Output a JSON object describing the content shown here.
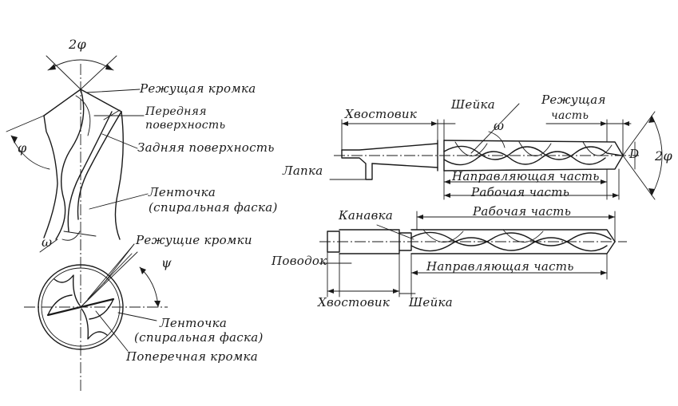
{
  "left_drill": {
    "angle_top": "2φ",
    "label_cutting_edge": "Режущая кромка",
    "label_rake_face": "Передняя",
    "label_rake_face2": "поверхность",
    "label_flank_face": "Задняя поверхность",
    "label_margin": "Ленточка",
    "label_margin2": "(спиральная фаска)",
    "angle_phi": "φ",
    "angle_omega": "ω"
  },
  "section_view": {
    "label_cutting_edges": "Режущие кромки",
    "angle_psi": "ψ",
    "label_margin": "Ленточка",
    "label_margin2": "(спиральная фаска)",
    "label_chisel_edge": "Поперечная кромка"
  },
  "taper_drill": {
    "label_shank": "Хвостовик",
    "label_neck": "Шейка",
    "label_cutting_part": "Режущая",
    "label_cutting_part2": "часть",
    "angle_omega": "ω",
    "label_tang": "Лапка",
    "label_guide": "Направляющая часть",
    "label_working": "Рабочая часть",
    "dim_d": "D",
    "angle_2phi": "2φ"
  },
  "straight_drill": {
    "label_groove": "Канавка",
    "label_working": "Рабочая часть",
    "label_driver": "Поводок",
    "label_guide": "Направляющая часть",
    "label_shank": "Хвостовик",
    "label_neck": "Шейка"
  }
}
